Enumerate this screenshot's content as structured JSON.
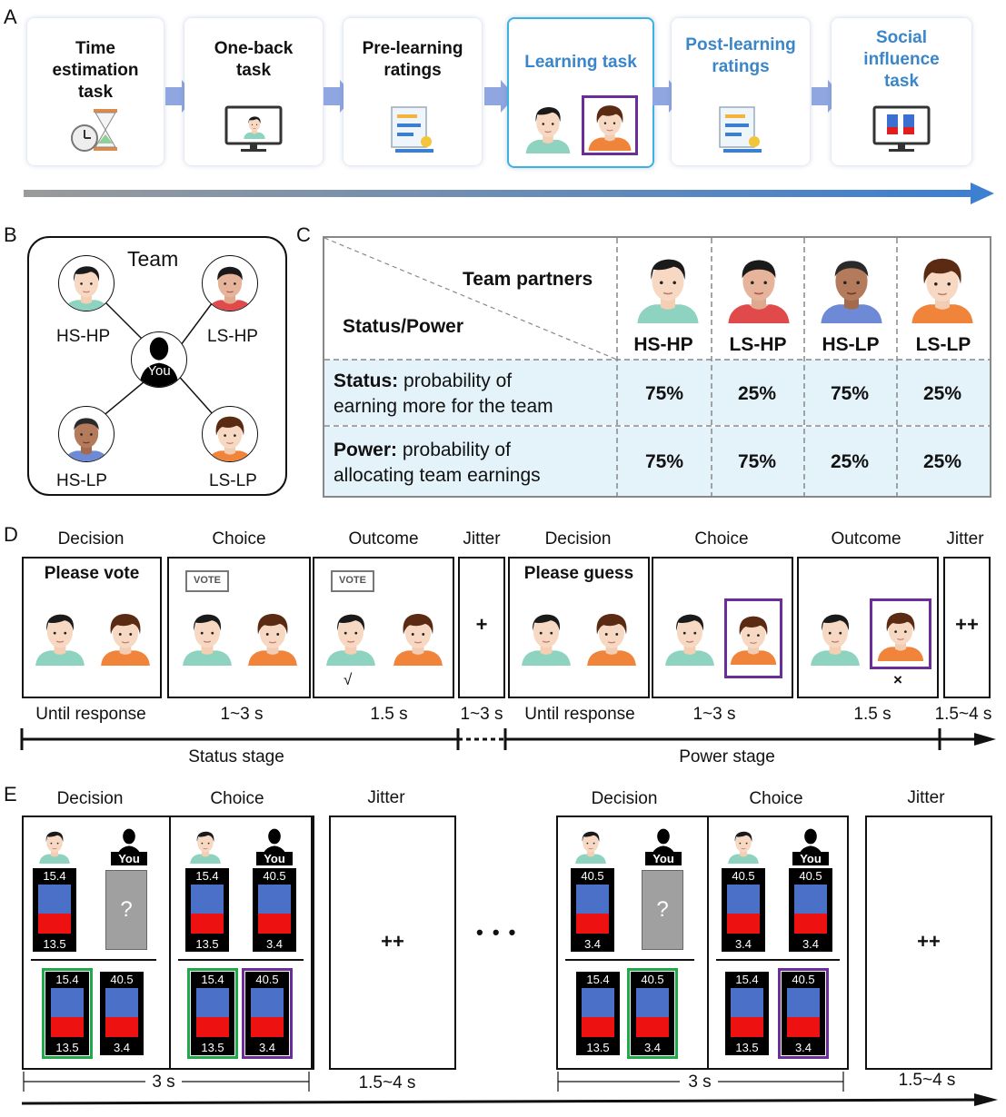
{
  "panel_letters": {
    "a": "A",
    "b": "B",
    "c": "C",
    "d": "D",
    "e": "E"
  },
  "panel_a": {
    "steps": [
      "Time\nestimation\ntask",
      "One-back\ntask",
      "Pre-learning\nratings",
      "Learning task",
      "Post-learning\nratings",
      "Social\ninfluence\ntask"
    ],
    "colors": {
      "step_blue": "#3b86c8",
      "highlight_border": "#3ab3e0",
      "chevron": "#8fa6e0",
      "timeline_arrow": "#3d7fd0"
    }
  },
  "panel_b": {
    "title": "Team",
    "center_label": "You",
    "nodes": {
      "hs_hp": "HS-HP",
      "ls_hp": "LS-HP",
      "hs_lp": "HS-LP",
      "ls_lp": "LS-LP"
    }
  },
  "panel_c": {
    "header_top": "Team partners",
    "header_left": "Status/Power",
    "columns": [
      "HS-HP",
      "LS-HP",
      "HS-LP",
      "LS-LP"
    ],
    "rows": [
      {
        "label_bold": "Status:",
        "label_rest": " probability of",
        "label_line2": "earning more for the team",
        "values": [
          "75%",
          "25%",
          "75%",
          "25%"
        ]
      },
      {
        "label_bold": "Power:",
        "label_rest": "  probability of",
        "label_line2": "allocating team earnings",
        "values": [
          "75%",
          "75%",
          "25%",
          "25%"
        ]
      }
    ],
    "row_color": "#e4f2fa"
  },
  "panel_d": {
    "headers": [
      "Decision",
      "Choice",
      "Outcome",
      "Jitter",
      "Decision",
      "Choice",
      "Outcome",
      "Jitter"
    ],
    "prompt_vote": "Please vote",
    "prompt_guess": "Please guess",
    "vote_badge": "VOTE",
    "fixation_single": "+",
    "fixation_double": "++",
    "check_mark": "√",
    "cross_mark": "×",
    "durations": [
      "Until response",
      "1~3 s",
      "1.5 s",
      "1~3 s",
      "Until response",
      "1~3 s",
      "1.5 s",
      "1.5~4 s"
    ],
    "stages": [
      "Status stage",
      "Power stage"
    ]
  },
  "panel_e": {
    "headers": [
      "Decision",
      "Choice",
      "Jitter",
      "Decision",
      "Choice",
      "Jitter"
    ],
    "you_label": "You",
    "question_mark": "?",
    "fixation": "++",
    "ellipsis": "• • •",
    "trial1": {
      "partner_top": "15.4",
      "partner_bottom": "13.5",
      "you_choice_top": "40.5",
      "you_choice_bottom": "3.4",
      "opt1_top": "15.4",
      "opt1_bottom": "13.5",
      "opt2_top": "40.5",
      "opt2_bottom": "3.4"
    },
    "trial2": {
      "partner_top": "40.5",
      "partner_bottom": "3.4",
      "you_choice_top": "40.5",
      "you_choice_bottom": "3.4",
      "opt1_top": "15.4",
      "opt1_bottom": "13.5",
      "opt2_top": "40.5",
      "opt2_bottom": "3.4"
    },
    "durations": [
      "3 s",
      "1.5~4 s",
      "3 s",
      "1.5~4 s"
    ]
  }
}
